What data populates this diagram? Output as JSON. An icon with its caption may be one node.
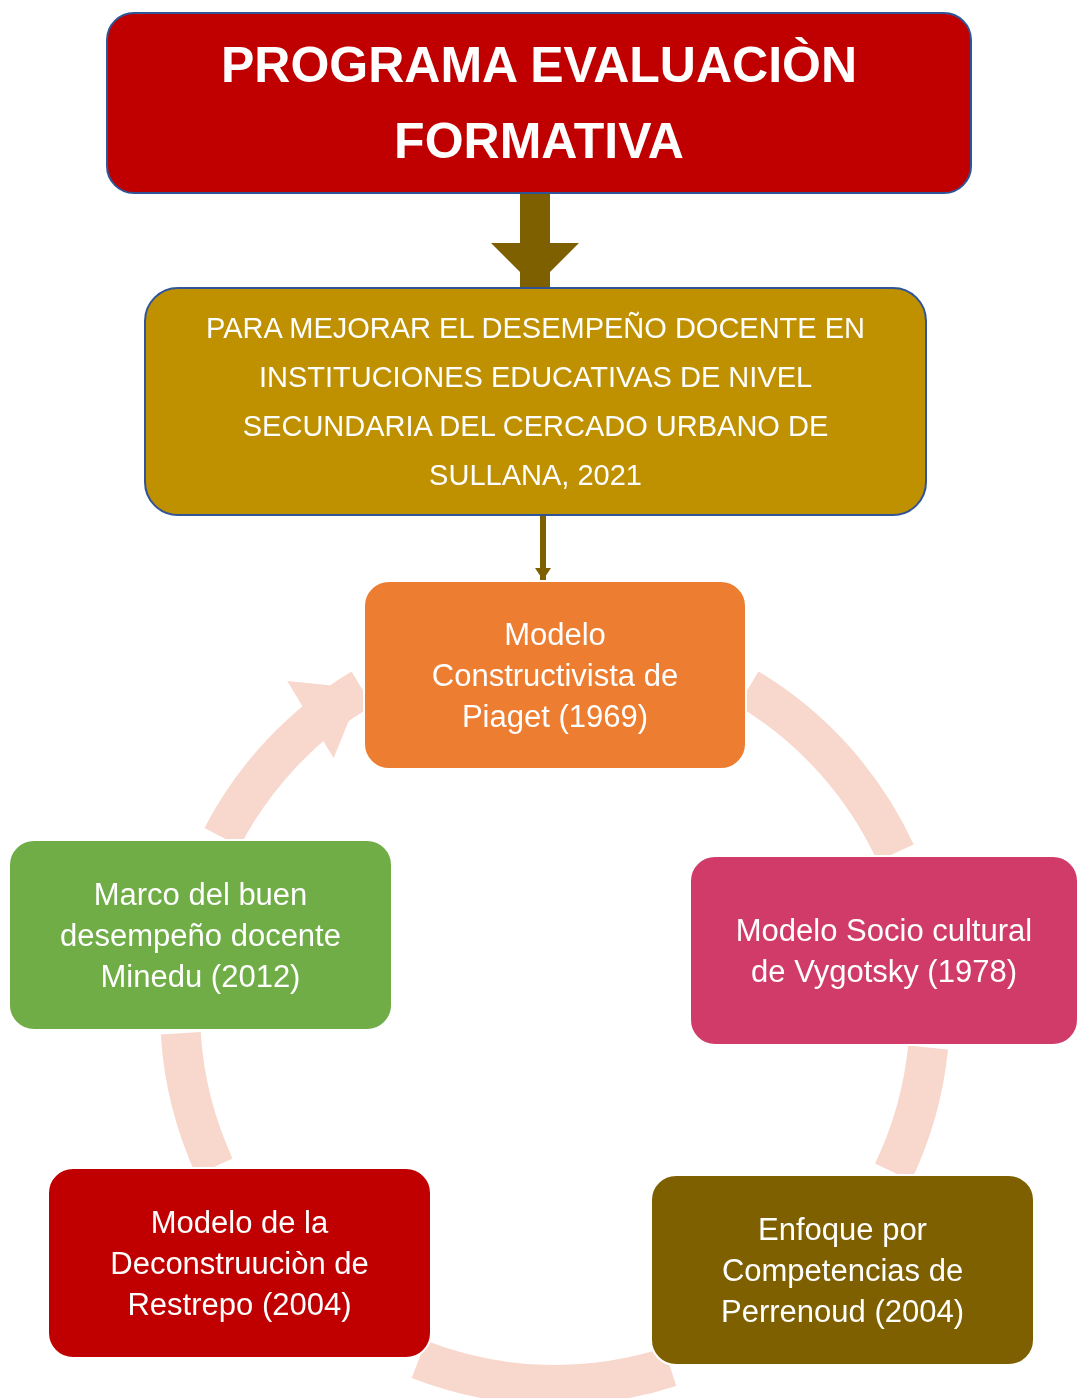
{
  "diagram": {
    "nodes": [
      {
        "text": [
          "PROGRAMA EVALUACIÒN FORMATIVA"
        ]
      },
      {
        "text": [
          "PARA MEJORAR EL DESEMPEÑO DOCENTE EN INSTITUCIONES EDUCATIVAS DE NIVEL SECUNDARIA DEL CERCADO URBANO DE SULLANA, 2021"
        ]
      },
      {
        "text": [
          "Modelo Constructivista de Piaget (1969)"
        ]
      },
      {
        "text": [
          "Modelo Socio cultural de Vygotsky (1978)"
        ]
      },
      {
        "text": [
          "Enfoque por Competencias de Perrenoud (2004)"
        ]
      },
      {
        "text": [
          "Modelo de la Deconstruuciòn de Restrepo (2004)"
        ]
      },
      {
        "text": [
          "Marco del buen desempeño docente Minedu (2012)"
        ]
      }
    ],
    "edges": [
      {
        "from": 0,
        "to": 1,
        "arrow": "to",
        "color": "#7f6000"
      },
      {
        "from": 1,
        "to": 2,
        "arrow": "to",
        "color": "#7f6000"
      },
      {
        "from": 2,
        "to": 3,
        "arrow": "none"
      },
      {
        "from": 3,
        "to": 4,
        "arrow": "none"
      },
      {
        "from": 4,
        "to": 5,
        "arrow": "none"
      },
      {
        "from": 5,
        "to": 6,
        "arrow": "none"
      },
      {
        "from": 6,
        "to": 2,
        "arrow": "to"
      }
    ]
  }
}
